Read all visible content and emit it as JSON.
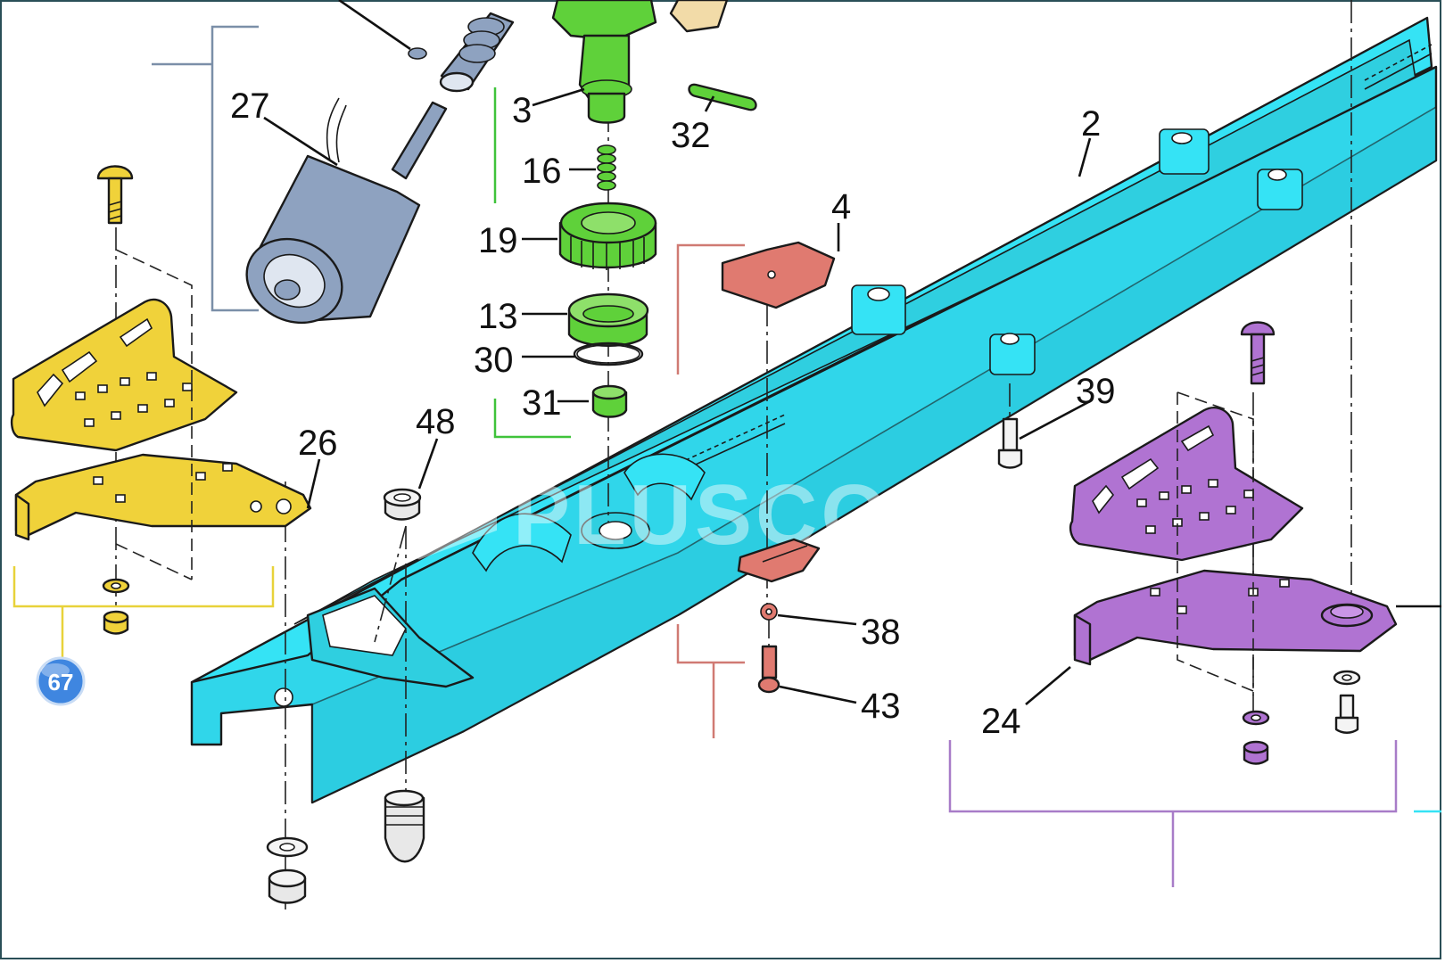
{
  "diagram": {
    "part_labels": {
      "p2": "2",
      "p3": "3",
      "p4": "4",
      "p13": "13",
      "p16": "16",
      "p19": "19",
      "p24": "24",
      "p26": "26",
      "p27": "27",
      "p30": "30",
      "p31": "31",
      "p32": "32",
      "p38": "38",
      "p39": "39",
      "p43": "43",
      "p48": "48"
    },
    "assembly_badge": "67",
    "watermark": "PLUSCOM"
  },
  "colors": {
    "rail": "#35e3f5",
    "motor": "#8ea2c0",
    "gear_group": "#5fd13a",
    "bracket_left": "#f0d23a",
    "bracket_right": "#b073d2",
    "nut_plate": "#e07a70",
    "badge": "#3f86e0",
    "bracket_gray": "#7b8fa8",
    "bracket_green": "#3fc33a",
    "bracket_red": "#d07a73",
    "bracket_yellow": "#e8d23a",
    "bracket_purple": "#a87cc8"
  }
}
